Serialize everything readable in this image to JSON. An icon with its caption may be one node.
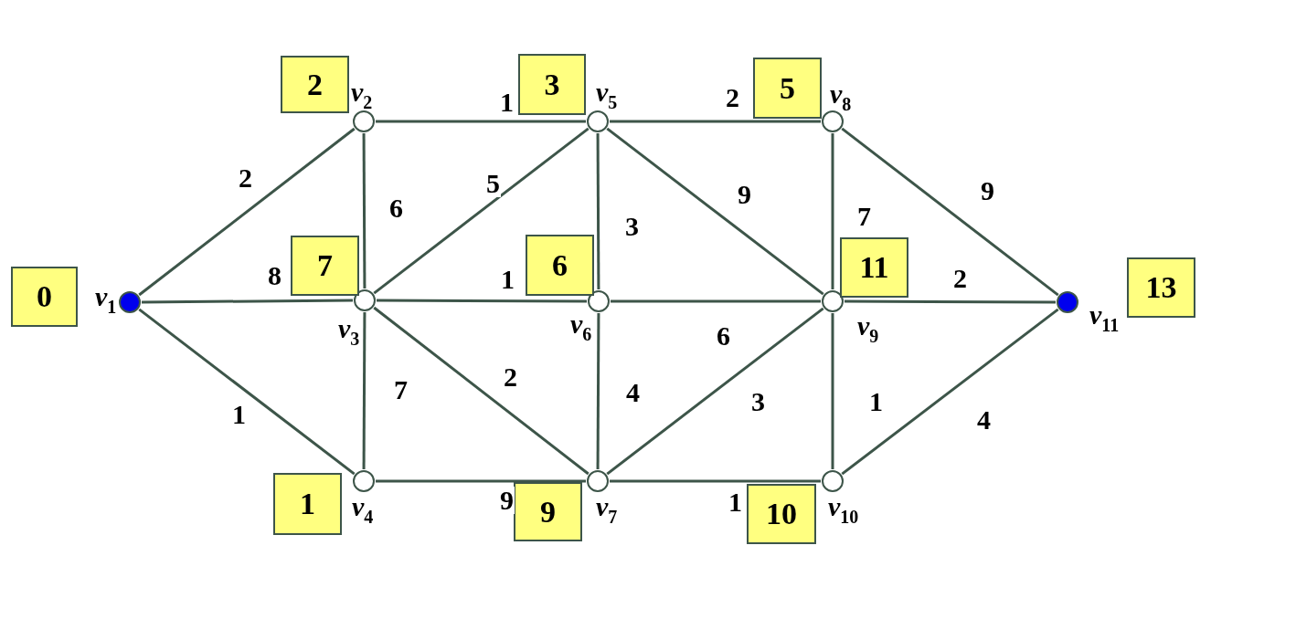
{
  "diagram": {
    "nodes": [
      {
        "text": [
          "*v*$_{1}$"
        ]
      },
      {
        "text": [
          "*v*$_{2}$"
        ]
      },
      {
        "text": [
          "*v*$_{3}$"
        ]
      },
      {
        "text": [
          "*v*$_{4}$"
        ]
      },
      {
        "text": [
          "*v*$_{5}$"
        ]
      },
      {
        "text": [
          "*v*$_{6}$"
        ]
      },
      {
        "text": [
          "*v*$_{7}$"
        ]
      },
      {
        "text": [
          "*v*$_{8}$"
        ]
      },
      {
        "text": [
          "*v*$_{9}$"
        ]
      },
      {
        "text": [
          "*v*$_{10}$"
        ]
      },
      {
        "text": [
          "*v*$_{11}$"
        ]
      },
      {
        "text": [
          "0"
        ]
      },
      {
        "text": [
          "2"
        ]
      },
      {
        "text": [
          "7"
        ]
      },
      {
        "text": [
          "1"
        ]
      },
      {
        "text": [
          "3"
        ]
      },
      {
        "text": [
          "6"
        ]
      },
      {
        "text": [
          "9"
        ]
      },
      {
        "text": [
          "5"
        ]
      },
      {
        "text": [
          "11"
        ]
      },
      {
        "text": [
          "10"
        ]
      },
      {
        "text": [
          "13"
        ]
      }
    ],
    "edges": [
      {
        "from": 0,
        "to": 1,
        "arrow": "none",
        "label": "2"
      },
      {
        "from": 0,
        "to": 2,
        "arrow": "none",
        "label": "8"
      },
      {
        "from": 0,
        "to": 3,
        "arrow": "none",
        "label": "1"
      },
      {
        "from": 1,
        "to": 2,
        "arrow": "none",
        "label": "6"
      },
      {
        "from": 1,
        "to": 4,
        "arrow": "none",
        "label": "1"
      },
      {
        "from": 2,
        "to": 4,
        "arrow": "none",
        "label": "5"
      },
      {
        "from": 2,
        "to": 5,
        "arrow": "none",
        "label": "1"
      },
      {
        "from": 2,
        "to": 3,
        "arrow": "none",
        "label": "7"
      },
      {
        "from": 2,
        "to": 6,
        "arrow": "none",
        "label": "2"
      },
      {
        "from": 4,
        "to": 5,
        "arrow": "none",
        "label": "3"
      },
      {
        "from": 4,
        "to": 7,
        "arrow": "none",
        "label": "2"
      },
      {
        "from": 4,
        "to": 8,
        "arrow": "none",
        "label": "9"
      },
      {
        "from": 5,
        "to": 8,
        "arrow": "none",
        "label": "6"
      },
      {
        "from": 5,
        "to": 6,
        "arrow": "none",
        "label": "4"
      },
      {
        "from": 3,
        "to": 6,
        "arrow": "none",
        "label": "9"
      },
      {
        "from": 6,
        "to": 8,
        "arrow": "none",
        "label": "3"
      },
      {
        "from": 6,
        "to": 9,
        "arrow": "none",
        "label": "1"
      },
      {
        "from": 7,
        "to": 8,
        "arrow": "none",
        "label": "7"
      },
      {
        "from": 7,
        "to": 10,
        "arrow": "none",
        "label": "9"
      },
      {
        "from": 8,
        "to": 10,
        "arrow": "none",
        "label": "2"
      },
      {
        "from": 8,
        "to": 9,
        "arrow": "none",
        "label": "1"
      },
      {
        "from": 9,
        "to": 10,
        "arrow": "none",
        "label": "4"
      }
    ]
  }
}
